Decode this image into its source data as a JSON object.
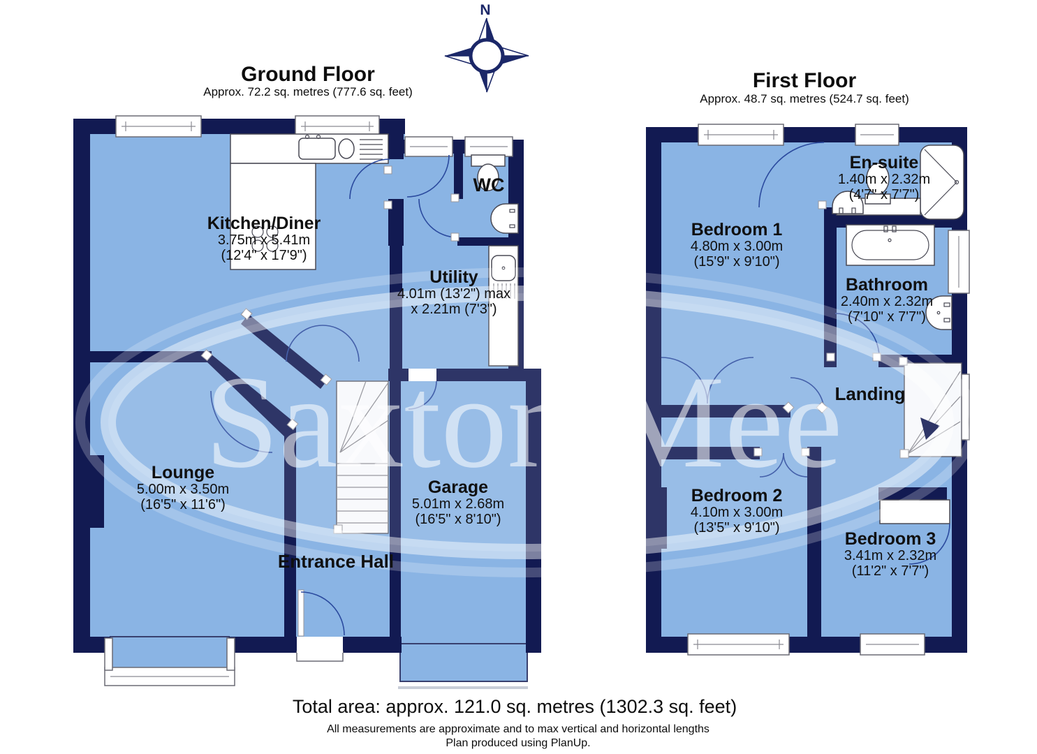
{
  "colors": {
    "background": "#ffffff",
    "wall_navy": "#121a52",
    "room_blue": "#8ab4e4",
    "watermark_white": "#ffffff",
    "door_arc_blue": "#2b4a9e",
    "compass_navy": "#1b2768",
    "label_text": "#111111"
  },
  "compass": {
    "north_label": "N"
  },
  "watermark": {
    "text": "Saxton Mee"
  },
  "ground_floor": {
    "title": "Ground Floor",
    "subtitle": "Approx. 72.2 sq. metres (777.6 sq. feet)",
    "rooms": {
      "kitchen_diner": {
        "name": "Kitchen/Diner",
        "dims1": "3.75m x 5.41m",
        "dims2": "(12'4\" x 17'9\")"
      },
      "wc": {
        "name": "WC"
      },
      "utility": {
        "name": "Utility",
        "dims1": "4.01m (13'2\") max",
        "dims2": "x 2.21m (7'3\")"
      },
      "lounge": {
        "name": "Lounge",
        "dims1": "5.00m x 3.50m",
        "dims2": "(16'5\" x 11'6\")"
      },
      "entrance_hall": {
        "name": "Entrance Hall"
      },
      "garage": {
        "name": "Garage",
        "dims1": "5.01m x 2.68m",
        "dims2": "(16'5\" x 8'10\")"
      }
    }
  },
  "first_floor": {
    "title": "First Floor",
    "subtitle": "Approx. 48.7 sq. metres (524.7 sq. feet)",
    "rooms": {
      "bedroom1": {
        "name": "Bedroom 1",
        "dims1": "4.80m x 3.00m",
        "dims2": "(15'9\" x 9'10\")"
      },
      "ensuite": {
        "name": "En-suite",
        "dims1": "1.40m x 2.32m",
        "dims2": "(4'7\" x 7'7\")"
      },
      "bathroom": {
        "name": "Bathroom",
        "dims1": "2.40m x 2.32m",
        "dims2": "(7'10\" x 7'7\")"
      },
      "landing": {
        "name": "Landing"
      },
      "bedroom2": {
        "name": "Bedroom 2",
        "dims1": "4.10m x 3.00m",
        "dims2": "(13'5\" x 9'10\")"
      },
      "bedroom3": {
        "name": "Bedroom 3",
        "dims1": "3.41m x 2.32m",
        "dims2": "(11'2\" x 7'7\")"
      }
    }
  },
  "footer": {
    "total_area": "Total area: approx. 121.0 sq. metres (1302.3 sq. feet)",
    "note_line1": "All measurements are approximate and to max vertical and horizontal lengths",
    "note_line2": "Plan produced using PlanUp."
  }
}
